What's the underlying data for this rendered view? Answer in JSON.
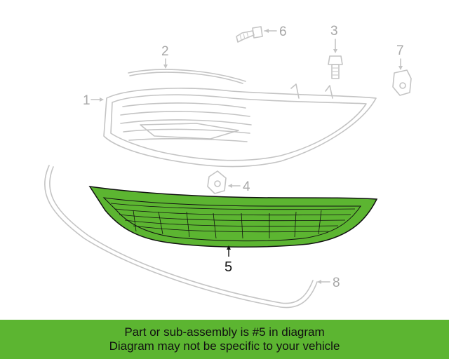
{
  "diagram": {
    "callouts": [
      {
        "id": "1",
        "label": "1",
        "highlight": false
      },
      {
        "id": "2",
        "label": "2",
        "highlight": false
      },
      {
        "id": "3",
        "label": "3",
        "highlight": false
      },
      {
        "id": "4",
        "label": "4",
        "highlight": false
      },
      {
        "id": "5",
        "label": "5",
        "highlight": true
      },
      {
        "id": "6",
        "label": "6",
        "highlight": false
      },
      {
        "id": "7",
        "label": "7",
        "highlight": false
      },
      {
        "id": "8",
        "label": "8",
        "highlight": false
      }
    ],
    "highlight_color": "#5cb531",
    "ghost_color": "#c4c4c4"
  },
  "banner": {
    "line1": "Part or sub-assembly is #5 in diagram",
    "line2": "Diagram may not be specific to your vehicle",
    "background": "#5cb531"
  }
}
